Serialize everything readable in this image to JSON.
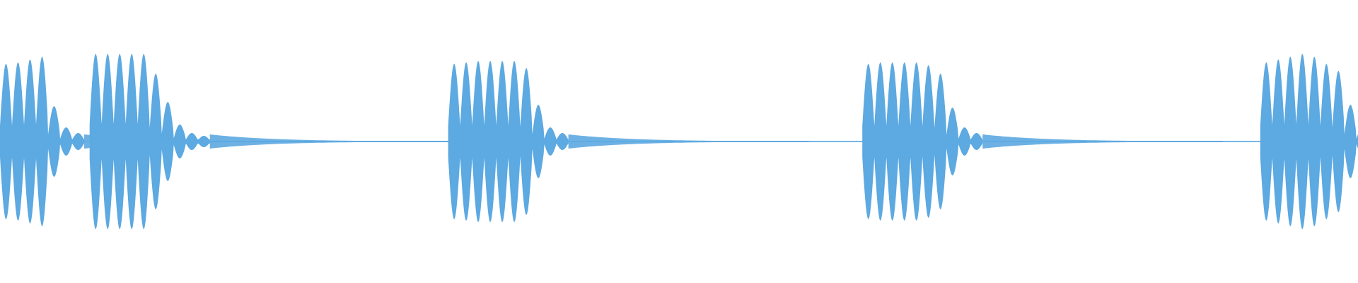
{
  "waveform": {
    "color": "#5DA9E1",
    "background": "#ffffff",
    "bursts": [
      {
        "name": "burst-1",
        "start": 0.0,
        "peaks": [
          0.55,
          0.56,
          0.58,
          0.6,
          0.25,
          0.1,
          0.06
        ]
      },
      {
        "name": "burst-2",
        "start": 0.066,
        "peaks": [
          0.62,
          0.62,
          0.62,
          0.62,
          0.62,
          0.48,
          0.28,
          0.12,
          0.06,
          0.04
        ]
      },
      {
        "name": "burst-3",
        "start": 0.33,
        "peaks": [
          0.55,
          0.56,
          0.57,
          0.57,
          0.57,
          0.57,
          0.52,
          0.26,
          0.1,
          0.06
        ]
      },
      {
        "name": "burst-4",
        "start": 0.635,
        "peaks": [
          0.55,
          0.56,
          0.56,
          0.56,
          0.56,
          0.54,
          0.48,
          0.24,
          0.1,
          0.06
        ]
      },
      {
        "name": "burst-5",
        "start": 0.928,
        "peaks": [
          0.56,
          0.58,
          0.6,
          0.62,
          0.6,
          0.55,
          0.5,
          0.26,
          0.1
        ]
      }
    ]
  }
}
